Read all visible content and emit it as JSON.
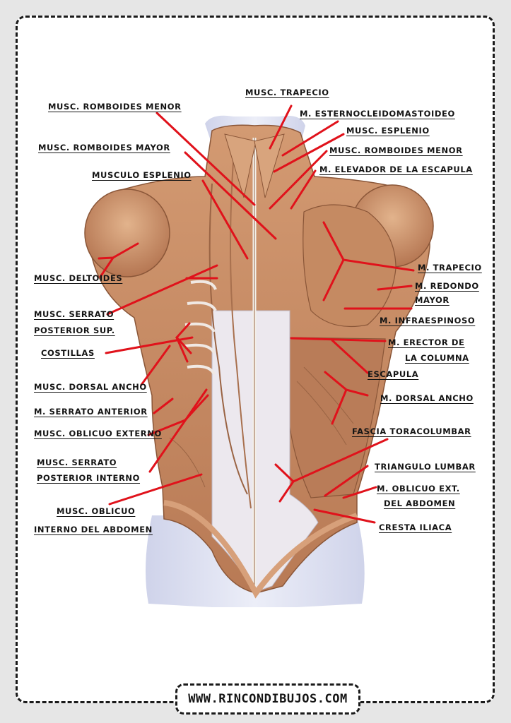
{
  "labels": {
    "musc_trapecio": "MUSC. TRAPECIO",
    "musc_romboides_menor_left": "MUSC. ROMBOIDES MENOR",
    "m_esternocleidomastoideo": "M. ESTERNOCLEIDOMASTOIDEO",
    "musc_esplenio": "MUSC. ESPLENIO",
    "musc_romboides_mayor": "MUSC. ROMBOIDES MAYOR",
    "musc_romboides_menor_right": "MUSC. ROMBOIDES MENOR",
    "musculo_esplenio": "MUSCULO ESPLENIO",
    "m_elevador_escapula": "M. ELEVADOR DE LA ESCAPULA",
    "m_trapecio": "M. TRAPECIO",
    "musc_deltoides": "MUSC. DELTOIDES",
    "m_redondo_mayor_1": "M. REDONDO",
    "m_redondo_mayor_2": "MAYOR",
    "musc_serrato_posterior_sup_1": "MUSC. SERRATO",
    "musc_serrato_posterior_sup_2": "POSTERIOR SUP.",
    "m_infraespinoso": "M. INFRAESPINOSO",
    "costillas": "COSTILLAS",
    "m_erector_columna_1": "M. ERECTOR DE",
    "m_erector_columna_2": "LA COLUMNA",
    "escapula": "ESCAPULA",
    "musc_dorsal_ancho": "MUSC. DORSAL ANCHO",
    "m_dorsal_ancho": "M. DORSAL ANCHO",
    "m_serrato_anterior": "M. SERRATO ANTERIOR",
    "musc_oblicuo_externo": "MUSC. OBLICUO EXTERNO",
    "fascia_toracolumbar": "FASCIA TORACOLUMBAR",
    "musc_serrato_posterior_interno_1": "MUSC. SERRATO",
    "musc_serrato_posterior_interno_2": "POSTERIOR INTERNO",
    "triangulo_lumbar": "TRIANGULO LUMBAR",
    "m_oblicuo_ext_abdomen_1": "M. OBLICUO EXT.",
    "m_oblicuo_ext_abdomen_2": "DEL ABDOMEN",
    "musc_oblicuo_interno_abdomen_1": "MUSC. OBLICUO",
    "musc_oblicuo_interno_abdomen_2": "INTERNO DEL ABDOMEN",
    "cresta_iliaca": "CRESTA ILIACA"
  },
  "footer": {
    "website": "WWW.RINCONDIBUJOS.COM"
  },
  "colors": {
    "leader_line": "#e0121b",
    "muscle": "#c98e66",
    "muscle_dark": "#a86a46",
    "fascia": "#ece8ee",
    "skin": "#dfe2f2",
    "label_text": "#141414"
  }
}
